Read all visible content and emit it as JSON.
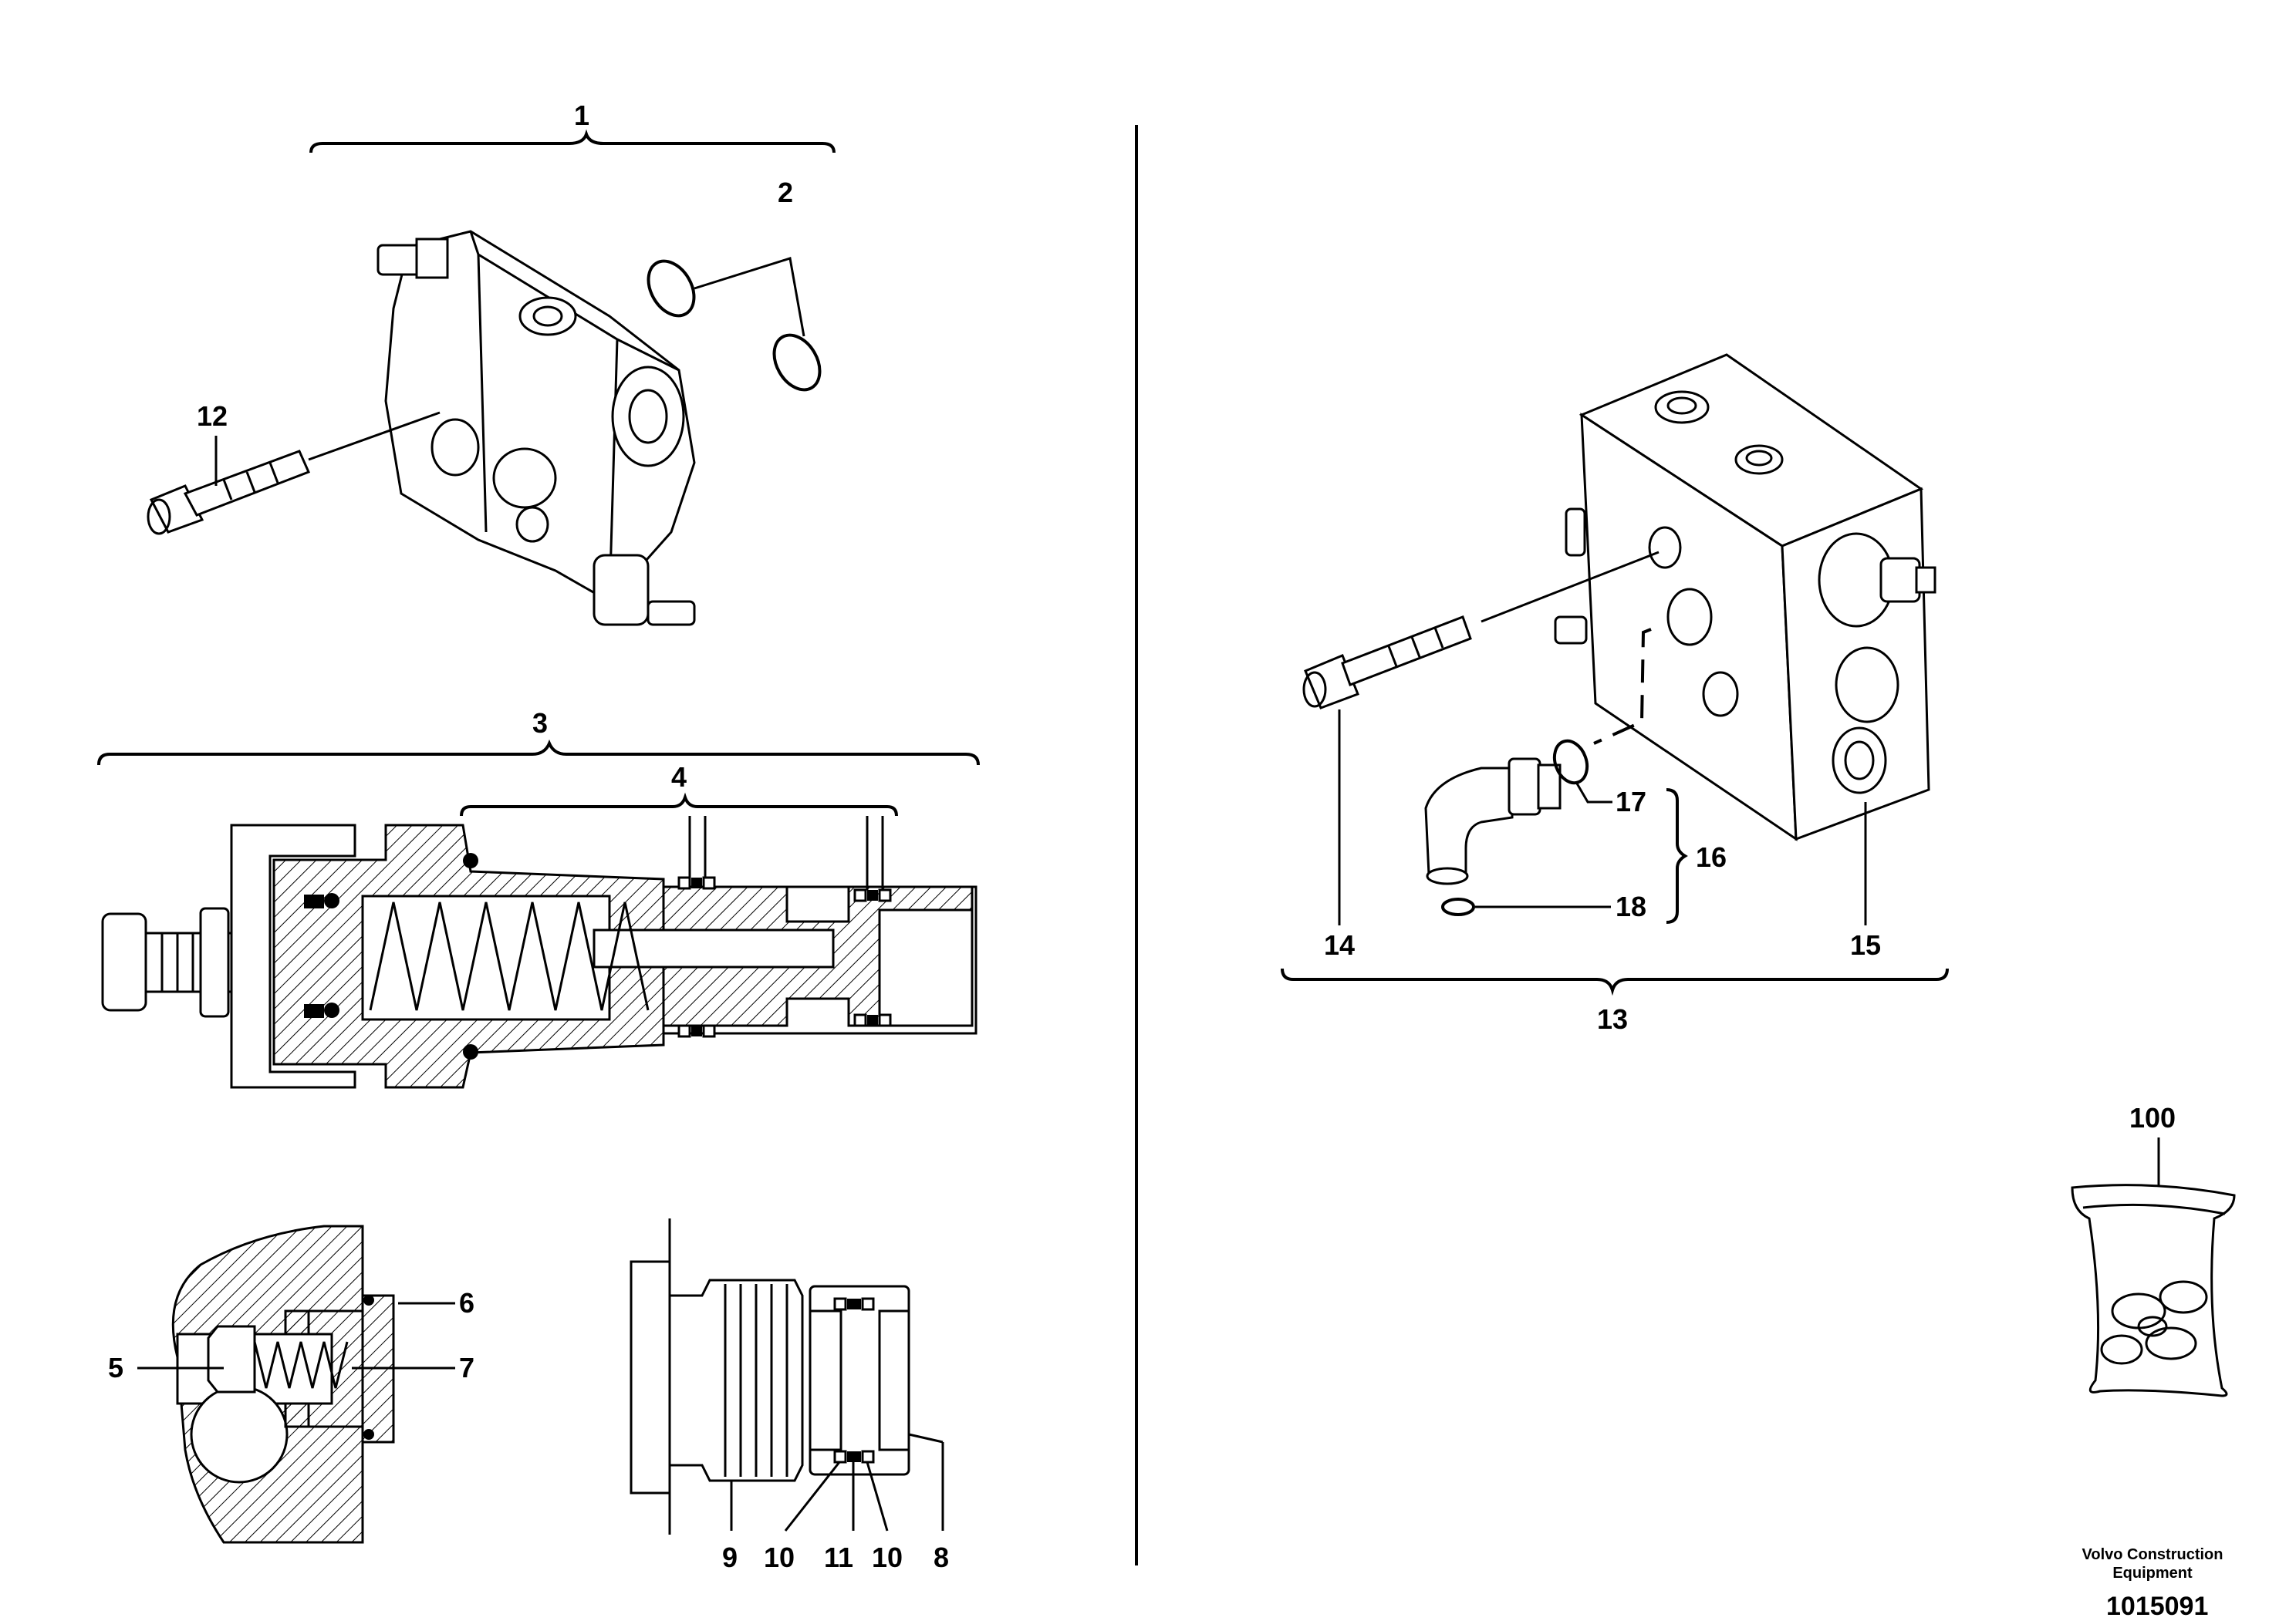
{
  "callouts": {
    "c1": "1",
    "c2": "2",
    "c3": "3",
    "c4": "4",
    "c5": "5",
    "c6": "6",
    "c7": "7",
    "c8": "8",
    "c9": "9",
    "c10a": "10",
    "c11": "11",
    "c10b": "10",
    "c12": "12",
    "c13": "13",
    "c14": "14",
    "c15": "15",
    "c16": "16",
    "c17": "17",
    "c18": "18",
    "c100": "100"
  },
  "footer": {
    "brand_line1": "Volvo Construction",
    "brand_line2": "Equipment",
    "drawing_number": "1015091"
  }
}
